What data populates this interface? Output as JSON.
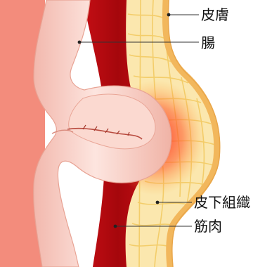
{
  "labels": {
    "skin": "皮膚",
    "intestine": "腸",
    "subcutaneous_tissue": "皮下組織",
    "muscle": "筋肉"
  }
}
